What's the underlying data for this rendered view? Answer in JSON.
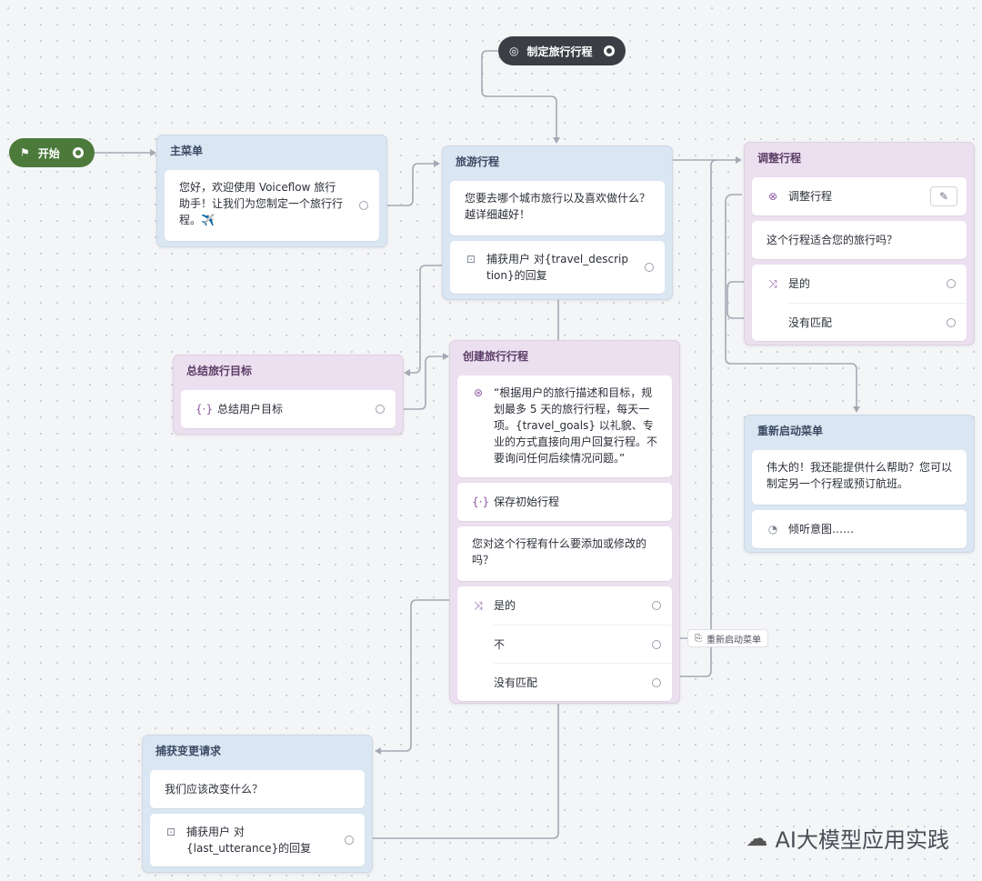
{
  "nodes": {
    "start": {
      "label": "开始"
    },
    "plan_trip": {
      "label": "制定旅行行程"
    },
    "main_menu": {
      "title": "主菜单",
      "text": "您好，欢迎使用 Voiceflow 旅行助手！让我们为您制定一个旅行行程。✈️"
    },
    "itinerary": {
      "title": "旅游行程",
      "question": "您要去哪个城市旅行以及喜欢做什么？越详细越好！",
      "capture": "捕获用户 对{travel_description}的回复"
    },
    "summarize": {
      "title": "总结旅行目标",
      "action": "总结用户目标"
    },
    "create": {
      "title": "创建旅行行程",
      "prompt": "“根据用户的旅行描述和目标，规划最多 5 天的旅行行程，每天一项。{travel_goals} 以礼貌、专业的方式直接向用户回复行程。不要询问任何后续情况问题。”",
      "save": "保存初始行程",
      "question": "您对这个行程有什么要添加或修改的吗？",
      "choices": [
        "是的",
        "不",
        "没有匹配"
      ]
    },
    "adjust": {
      "title": "调整行程",
      "intent": "调整行程",
      "question": "这个行程适合您的旅行吗？",
      "choices": [
        "是的",
        "没有匹配"
      ]
    },
    "restart": {
      "title": "重新启动菜单",
      "text": "伟大的！我还能提供什么帮助？您可以制定另一个行程或预订航班。",
      "listen": "倾听意图……"
    },
    "capture_change": {
      "title": "捕获变更请求",
      "question": "我们应该改变什么？",
      "capture": "捕获用户 对{last_utterance}的回复"
    }
  },
  "tags": {
    "restart_menu": "重新启动菜单"
  },
  "watermark": "AI大模型应用实践",
  "colors": {
    "start_pill": "#4c7a3b",
    "dark_pill": "#3b3f45",
    "blue_block": "#dbe6f3",
    "purple_block": "#ecdff0",
    "wire": "#a4a9b3"
  }
}
